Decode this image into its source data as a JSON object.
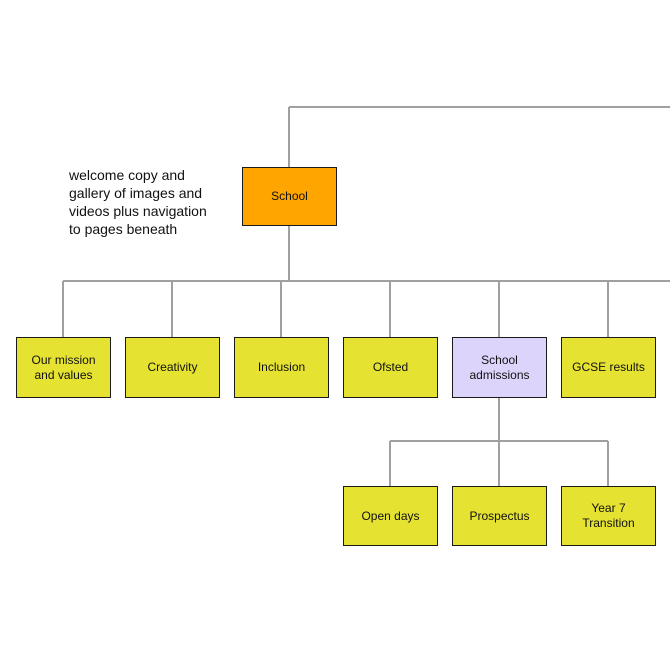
{
  "colors": {
    "root": "#ffa500",
    "section": "#e5e232",
    "highlight": "#dcd4fb",
    "connector": "#a0a0a0"
  },
  "note": "welcome copy and\ngallery of images and\nvideos plus navigation\nto pages beneath",
  "root": {
    "label": "School"
  },
  "children": [
    {
      "label": "Our mission\nand values"
    },
    {
      "label": "Creativity"
    },
    {
      "label": "Inclusion"
    },
    {
      "label": "Ofsted"
    },
    {
      "label": "School\nadmissions"
    },
    {
      "label": "GCSE results"
    }
  ],
  "admissions_children": [
    {
      "label": "Open days"
    },
    {
      "label": "Prospectus"
    },
    {
      "label": "Year 7\nTransition"
    }
  ]
}
